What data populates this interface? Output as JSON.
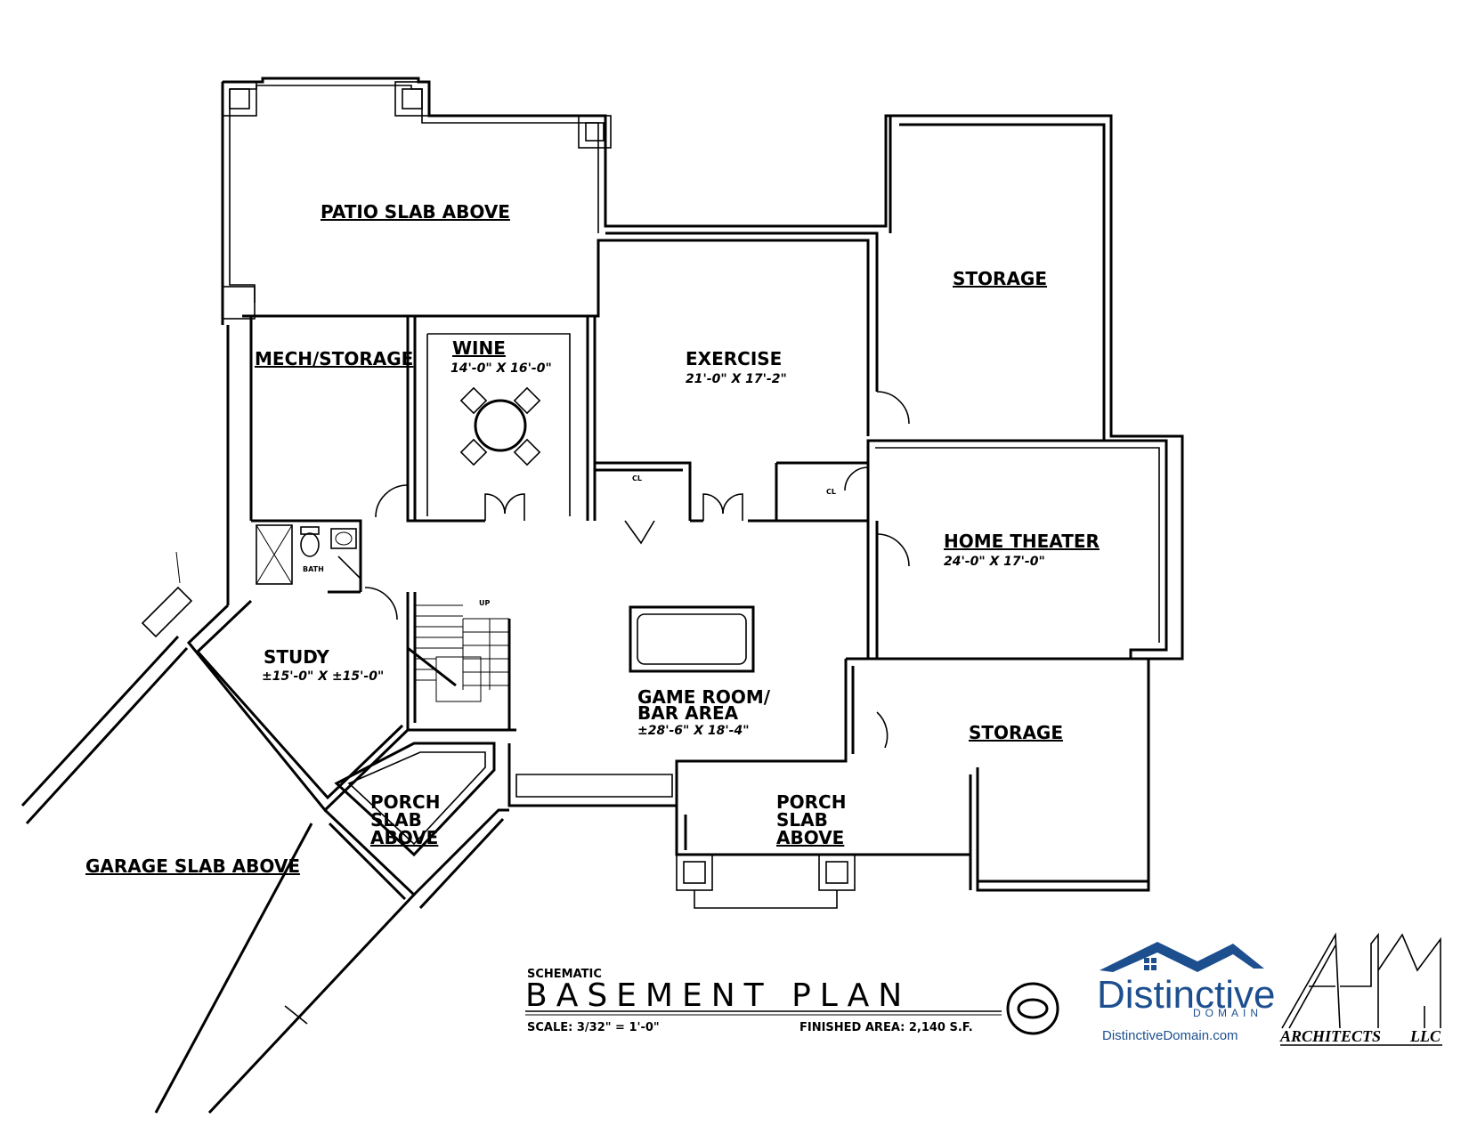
{
  "rooms": {
    "patio_slab": "PATIO SLAB ABOVE",
    "storage_top": "STORAGE",
    "mech_storage": "MECH/STORAGE",
    "wine": "WINE",
    "wine_dim": "14'-0\" X 16'-0\"",
    "exercise": "EXERCISE",
    "exercise_dim": "21'-0\" X 17'-2\"",
    "closet_left": "CL",
    "closet_right": "CL",
    "bath": "BATH",
    "home_theater": "HOME THEATER",
    "home_theater_dim": "24'-0\" X 17'-0\"",
    "study": "STUDY",
    "study_dim": "±15'-0\" X ±15'-0\"",
    "game_room_line1": "GAME ROOM/",
    "game_room_line2": "BAR AREA",
    "game_room_dim": "±28'-6\" X 18'-4\"",
    "storage_bottom": "STORAGE",
    "porch_left_1": "PORCH",
    "porch_left_2": "SLAB",
    "porch_left_3": "ABOVE",
    "porch_right_1": "PORCH",
    "porch_right_2": "SLAB",
    "porch_right_3": "ABOVE",
    "garage_slab": "GARAGE SLAB ABOVE",
    "stair_up": "UP"
  },
  "title_block": {
    "schematic": "SCHEMATIC",
    "title": "BASEMENT PLAN",
    "scale": "SCALE: 3/32\" = 1'-0\"",
    "finished_area": "FINISHED AREA: 2,140 S.F."
  },
  "logos": {
    "distinctive_name": "Distinctive",
    "distinctive_sub": "DOMAIN",
    "distinctive_url": "DistinctiveDomain.com",
    "ahm_sub1": "ARCHITECTS",
    "ahm_sub2": "LLC",
    "brand_color": "#1d4f8f"
  }
}
